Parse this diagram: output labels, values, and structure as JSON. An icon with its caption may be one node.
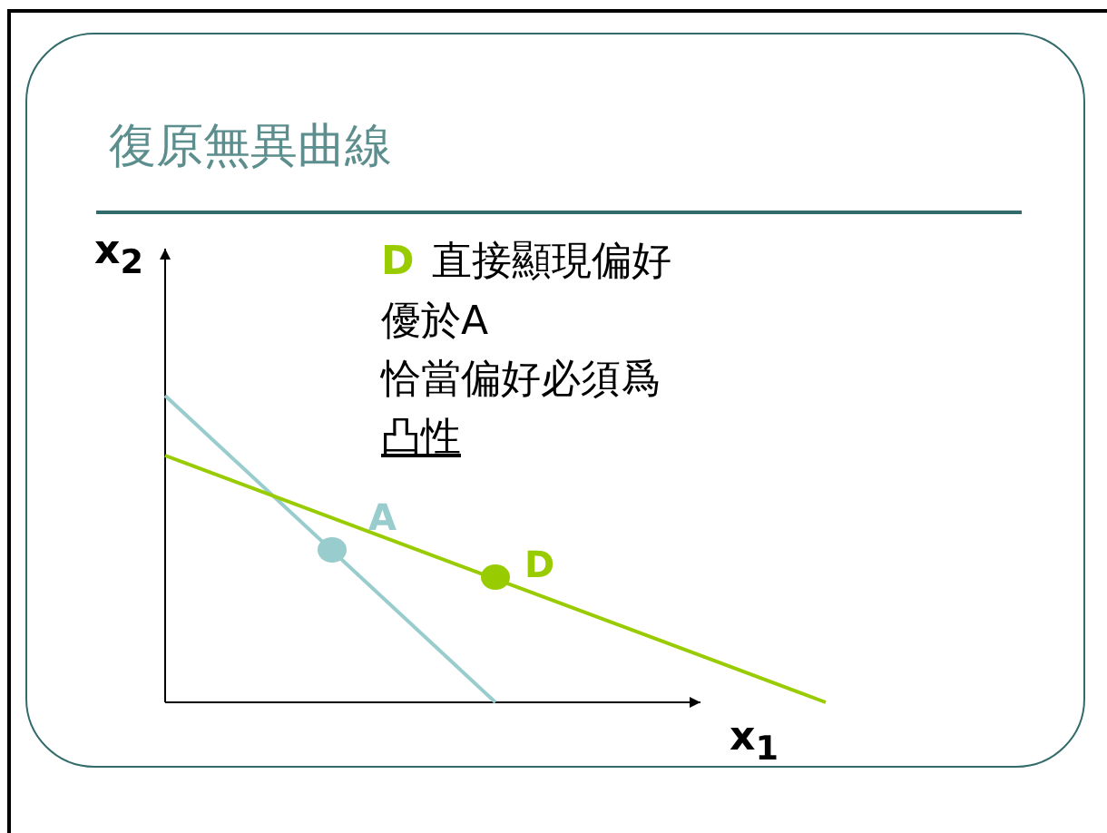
{
  "diagram": {
    "title": "復原無異曲線",
    "labels": [
      "x$_{2}$",
      "D",
      "直接顯現偏好",
      "優於A",
      "恰當偏好必須爲",
      "凸性",
      "A",
      "D",
      "x$_{1}$"
    ]
  }
}
